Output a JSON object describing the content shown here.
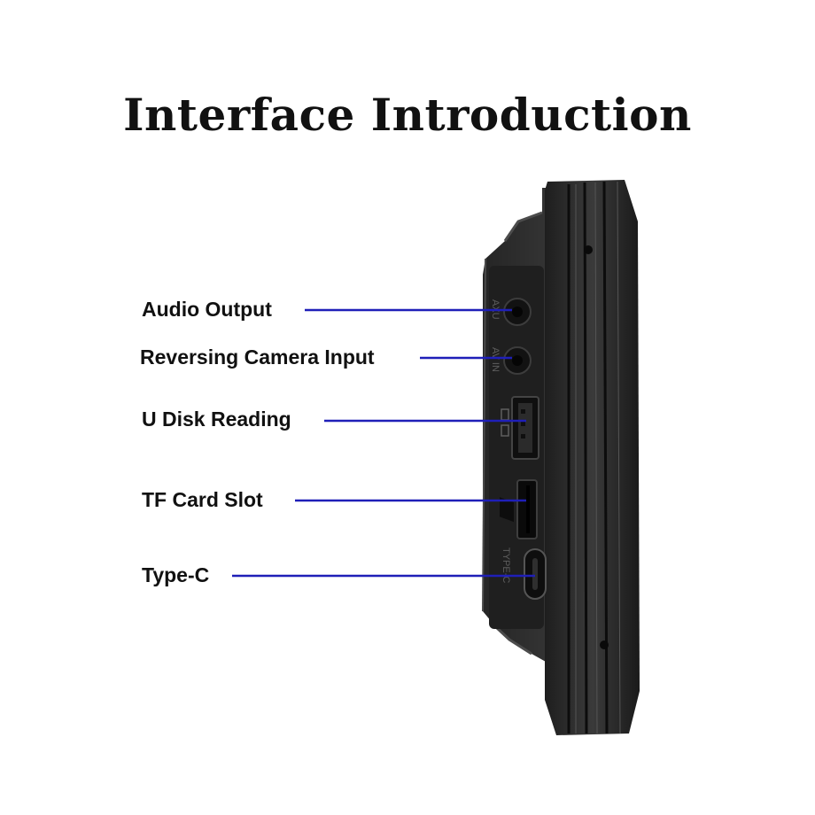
{
  "title": "Interface Introduction",
  "colors": {
    "leader_line": "#1f1fb8",
    "device_body": "#2a2a2a",
    "device_dark": "#141414",
    "background": "#ffffff"
  },
  "ports": [
    {
      "label": "Audio Output",
      "device_text": "AXU"
    },
    {
      "label": "Reversing Camera Input",
      "device_text": "AV IN"
    },
    {
      "label": "U Disk Reading",
      "device_text": ""
    },
    {
      "label": "TF Card Slot",
      "device_text": ""
    },
    {
      "label": "Type-C",
      "device_text": "TYPE-C"
    }
  ]
}
